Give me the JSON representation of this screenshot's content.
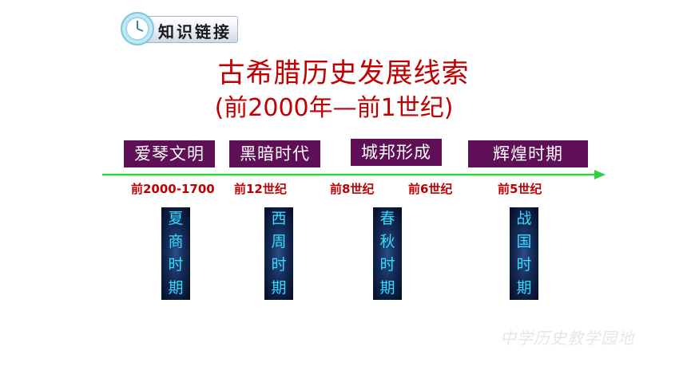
{
  "header": {
    "badge_label": "知识链接"
  },
  "title": {
    "line1": "古希腊历史发展线索",
    "line2": "(前2000年—前1世纪)"
  },
  "periods": [
    "爱琴文明",
    "黑暗时代",
    "城邦形成",
    "辉煌时期"
  ],
  "dates": [
    "前2000-1700",
    "前12世纪",
    "前8世纪",
    "前6世纪",
    "前5世纪"
  ],
  "dynasties": [
    [
      "夏",
      "商",
      "时",
      "期"
    ],
    [
      "西",
      "周",
      "时",
      "期"
    ],
    [
      "春",
      "秋",
      "时",
      "期"
    ],
    [
      "战",
      "国",
      "时",
      "期"
    ]
  ],
  "watermark": "中学历史教学园地",
  "colors": {
    "title": "#c00000",
    "period_bg": "#5e0f55",
    "axis": "#2fd13f",
    "dynasty_text": "#37d9ff"
  }
}
